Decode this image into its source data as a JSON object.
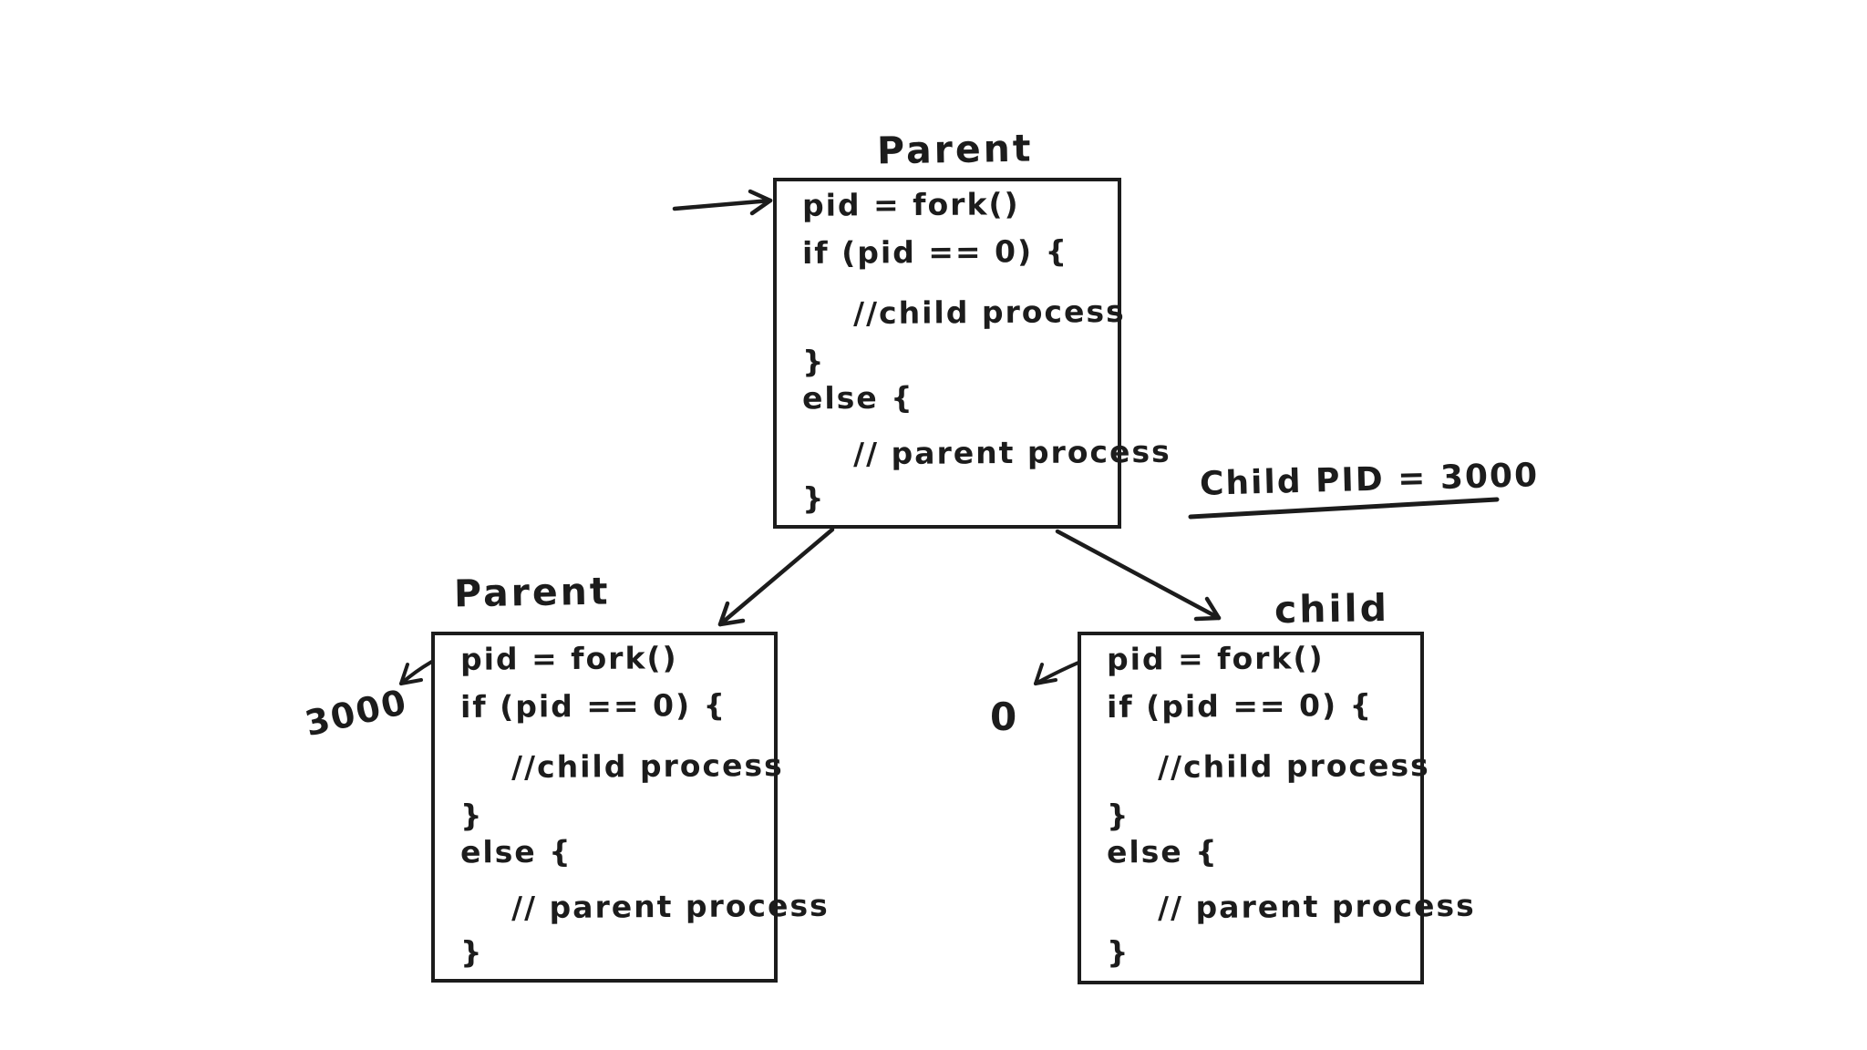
{
  "colors": {
    "background": "#ffffff",
    "ink": "#1c1c1c"
  },
  "boxes": {
    "top": {
      "title": "Parent"
    },
    "left": {
      "title": "Parent",
      "arrow_value": "3000"
    },
    "right": {
      "title": "child",
      "arrow_value": "0"
    }
  },
  "code_lines": [
    "pid = fork()",
    "if (pid == 0) {",
    "//child process",
    "}",
    "else {",
    "// parent process",
    "}"
  ],
  "note": {
    "text": "Child PID = 3000"
  }
}
